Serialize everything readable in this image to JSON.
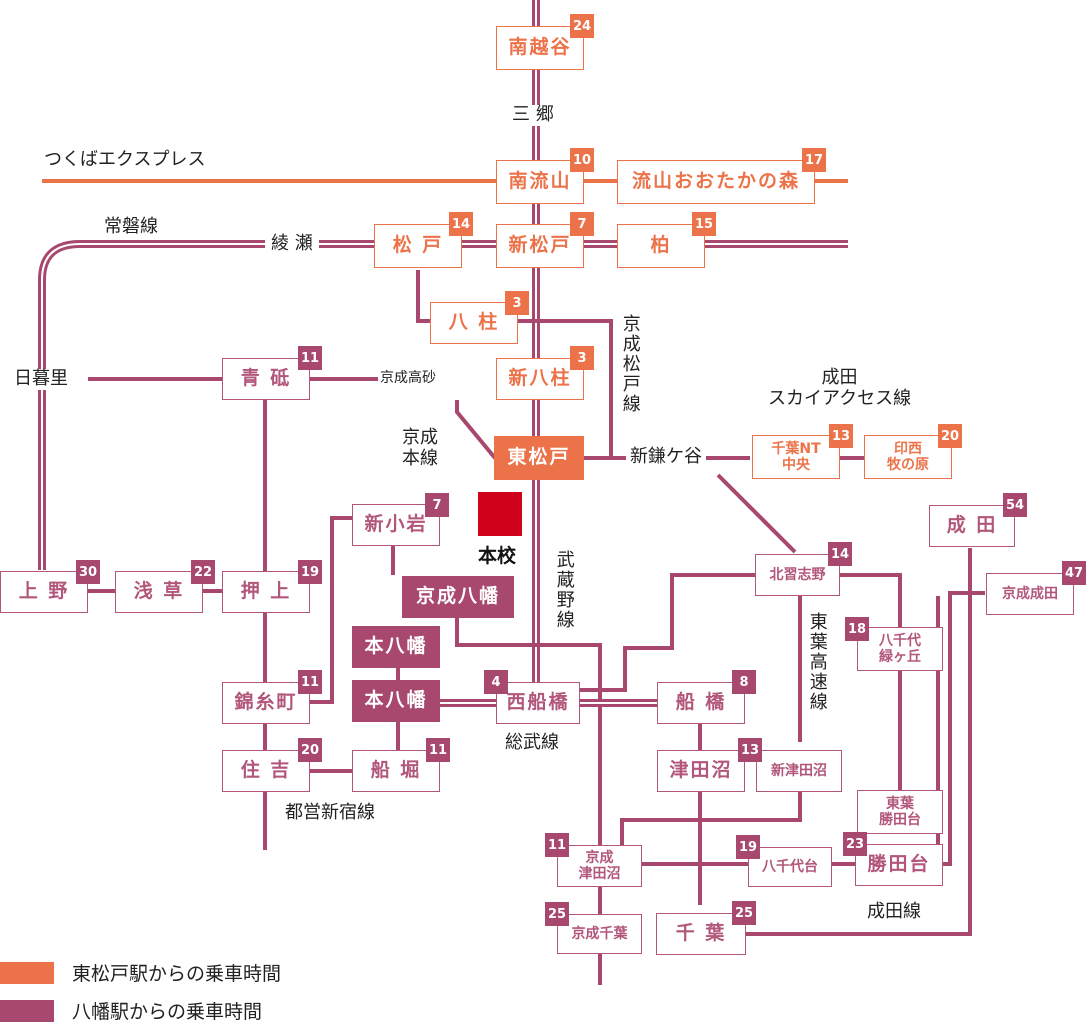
{
  "colors": {
    "from_higashimatsudo": "#ec7349",
    "from_yawata": "#a8486e",
    "line": "#a8486e",
    "tx_line": "#ec7349",
    "school": "#d0021b"
  },
  "stations": {
    "minamikoshigaya": {
      "name": "南越谷",
      "time": "24"
    },
    "minaminagareyama": {
      "name": "南流山",
      "time": "10"
    },
    "nagareyama_otakanomori": {
      "name": "流山おおたかの森",
      "time": "17"
    },
    "matsudo": {
      "name": "松 戸",
      "time": "14"
    },
    "shin_matsudo": {
      "name": "新松戸",
      "time": "7"
    },
    "kashiwa": {
      "name": "柏",
      "time": "15"
    },
    "yabashira": {
      "name": "八 柱",
      "time": "3"
    },
    "shin_yahashira": {
      "name": "新八柱",
      "time": "3"
    },
    "higashi_matsudo": {
      "name": "東松戸"
    },
    "chiba_nt_chuo": {
      "name": "千葉NT\n中央",
      "time": "13"
    },
    "inzai_makinohara": {
      "name": "印西\n牧の原",
      "time": "20"
    },
    "aoto": {
      "name": "青 砥",
      "time": "11"
    },
    "shin_koiwa": {
      "name": "新小岩",
      "time": "7"
    },
    "keisei_yawata": {
      "name": "京成八幡"
    },
    "motoyawata_1": {
      "name": "本八幡"
    },
    "motoyawata_2": {
      "name": "本八幡"
    },
    "ueno": {
      "name": "上 野",
      "time": "30"
    },
    "asakusa": {
      "name": "浅 草",
      "time": "22"
    },
    "oshiage": {
      "name": "押 上",
      "time": "19"
    },
    "kinshicho": {
      "name": "錦糸町",
      "time": "11"
    },
    "sumiyoshi": {
      "name": "住 吉",
      "time": "20"
    },
    "funabori": {
      "name": "船 堀",
      "time": "11"
    },
    "nishi_funabashi": {
      "name": "西船橋",
      "time": "4"
    },
    "funabashi": {
      "name": "船 橋",
      "time": "8"
    },
    "tsudanuma": {
      "name": "津田沼"
    },
    "shin_tsudanuma": {
      "name": "新津田沼",
      "time": "13"
    },
    "kitanarashino": {
      "name": "北習志野",
      "time": "14"
    },
    "narita": {
      "name": "成 田",
      "time": "54"
    },
    "keisei_narita": {
      "name": "京成成田",
      "time": "47"
    },
    "yachiyo_midorigaoka": {
      "name": "八千代\n緑ヶ丘",
      "time": "18"
    },
    "toyo_katsutadai": {
      "name": "東葉\n勝田台"
    },
    "katsutadai": {
      "name": "勝田台",
      "time": "23"
    },
    "yachiyodai": {
      "name": "八千代台",
      "time": "19"
    },
    "keisei_tsudanuma": {
      "name": "京成\n津田沼",
      "time": "11"
    },
    "keisei_chiba": {
      "name": "京成千葉",
      "time": "25"
    },
    "chiba": {
      "name": "千 葉",
      "time": "25"
    }
  },
  "labels": {
    "misato": "三 郷",
    "tx": "つくばエクスプレス",
    "joban": "常磐線",
    "ayase": "綾 瀬",
    "keisei_matsudo_line": "京成松戸線",
    "narita_sky_access": "成田\nスカイアクセス線",
    "nippori": "日暮里",
    "keisei_takasago": "京成高砂",
    "keisei_main_line": "京成\n本線",
    "shin_kamagaya": "新鎌ケ谷",
    "musashino_line": "武蔵野線",
    "toyo_rapid": "東葉高速線",
    "sobu_line": "総武線",
    "toei_shinjuku": "都営新宿線",
    "narita_line": "成田線"
  },
  "school": {
    "label": "本校"
  },
  "legend": [
    {
      "text": "東松戸駅からの乗車時間",
      "color": "#ec7349"
    },
    {
      "text": "八幡駅からの乗車時間",
      "color": "#a8486e"
    }
  ]
}
